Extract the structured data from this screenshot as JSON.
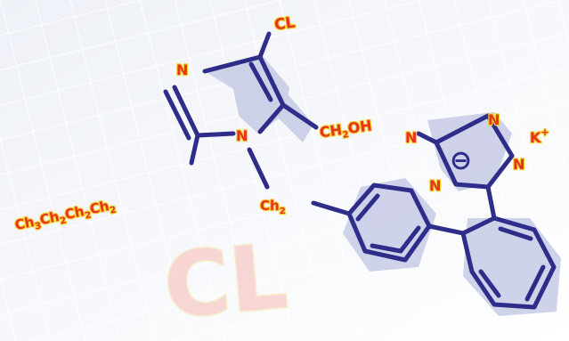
{
  "labels": {
    "cl_top": "CL",
    "n_ring_left": "N",
    "n_ring_center": "N",
    "ch2oh_main": "CH",
    "ch2oh_sub": "2",
    "ch2oh_tail": "OH",
    "chain_ch": "Ch",
    "chain_sub": "3",
    "chain_mid1": "Ch",
    "chain_sub2": "2",
    "chain_mid2": "Ch",
    "chain_sub3": "2",
    "chain_mid3": "Ch",
    "chain_sub4": "2",
    "ch2_main": "Ch",
    "ch2_sub": "2",
    "tetrazole_n1": "N",
    "tetrazole_n2": "N",
    "tetrazole_n3": "N",
    "tetrazole_n4": "N",
    "potassium": "K",
    "potassium_charge": "+",
    "charge_symbol": "⊖",
    "watermark": "CL"
  },
  "colors": {
    "bond": "#2e2e8a",
    "label_fill": "#e8321e",
    "label_outline": "#f2cf2e",
    "background": "#f4f6fa"
  }
}
